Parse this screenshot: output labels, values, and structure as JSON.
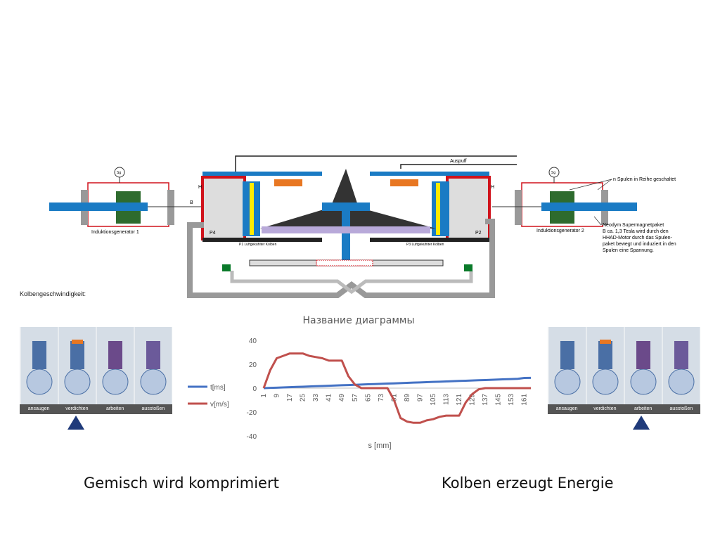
{
  "diagram": {
    "exhaust_label": "Auspuff",
    "left_generator_label": "Induktionsgenerator 1",
    "right_generator_label": "Induktionsgenerator 2",
    "coils_note": "n Spulen in Reihe geschaltet",
    "magnet_note": [
      "Neodym Supermagnetpaket",
      "B ca. 1,3 Tesla wird durch den",
      "HHAD-Motor durch das Spulen-",
      "paket bewegt und induziert in den",
      "Spulen eine Spannung."
    ],
    "labels": {
      "p4": "P4",
      "p2": "P2",
      "h_left": "H",
      "h_right": "H",
      "b": "B",
      "sg": "Sg"
    },
    "piston_left_caption": "P1 Luftgekühlter Kolben",
    "piston_right_caption": "P3 Luftgekühlter Kolben"
  },
  "section_label": "Kolbengeschwindigkeit:",
  "strips": {
    "left": {
      "labels": [
        "ansaugen",
        "verdichten",
        "arbeiten",
        "ausstoßen"
      ]
    },
    "right": {
      "labels": [
        "ansaugen",
        "verdichten",
        "arbeiten",
        "ausstoßen"
      ]
    }
  },
  "captions": {
    "left": "Gemisch wird komprimiert",
    "right": "Kolben erzeugt Energie"
  },
  "colors": {
    "blue": "#1a7bc4",
    "red": "#d0121b",
    "series_t": "#4472c4",
    "series_v": "#c0504d"
  },
  "chart_data": {
    "type": "line",
    "title": "Название диаграммы",
    "xlabel": "s [mm]",
    "ylabel": "",
    "ylim": [
      -40,
      40
    ],
    "yticks": [
      40,
      20,
      0,
      -20,
      -40
    ],
    "x_tick_labels": [
      "1",
      "9",
      "17",
      "25",
      "33",
      "41",
      "49",
      "57",
      "65",
      "73",
      "81",
      "89",
      "97",
      "105",
      "113",
      "121",
      "129",
      "137",
      "145",
      "153",
      "161"
    ],
    "x": [
      1,
      5,
      9,
      13,
      17,
      21,
      25,
      29,
      33,
      37,
      41,
      45,
      49,
      53,
      57,
      61,
      65,
      69,
      73,
      77,
      81,
      85,
      89,
      93,
      97,
      101,
      105,
      109,
      113,
      117,
      121,
      125,
      129,
      133,
      137,
      141,
      145,
      149,
      153,
      157,
      161,
      165
    ],
    "series": [
      {
        "name": "t[ms]",
        "values": [
          0,
          0.2,
          0.4,
          0.6,
          0.8,
          1.0,
          1.2,
          1.4,
          1.6,
          1.8,
          2.0,
          2.2,
          2.4,
          2.6,
          2.8,
          3.0,
          3.2,
          3.4,
          3.6,
          3.8,
          4.0,
          4.2,
          4.4,
          4.6,
          4.8,
          5.0,
          5.2,
          5.4,
          5.6,
          5.8,
          6.0,
          6.2,
          6.4,
          6.6,
          6.8,
          7.0,
          7.2,
          7.4,
          7.6,
          7.8,
          8.5,
          8.6
        ]
      },
      {
        "name": "v[m/s]",
        "values": [
          0,
          15,
          25,
          27,
          29,
          29,
          29,
          27,
          26,
          25,
          23,
          23,
          23,
          10,
          3,
          0,
          0,
          0,
          0,
          0,
          -10,
          -25,
          -28,
          -29,
          -29,
          -27,
          -26,
          -24,
          -23,
          -23,
          -23,
          -12,
          -5,
          -1,
          0,
          0,
          0,
          0,
          0,
          0,
          0,
          0
        ]
      }
    ]
  }
}
